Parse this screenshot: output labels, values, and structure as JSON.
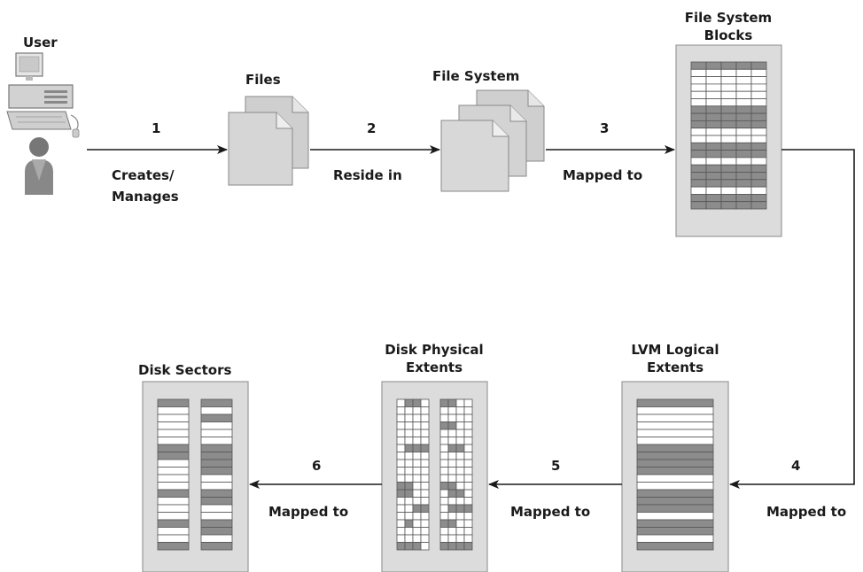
{
  "nodes": {
    "user": {
      "title": "User"
    },
    "files": {
      "title": "Files"
    },
    "file_system": {
      "title": "File System"
    },
    "fs_blocks": {
      "title_line1": "File System",
      "title_line2": "Blocks"
    },
    "lvm_extents": {
      "title_line1": "LVM Logical",
      "title_line2": "Extents"
    },
    "disk_extents": {
      "title_line1": "Disk Physical",
      "title_line2": "Extents"
    },
    "disk_sectors": {
      "title": "Disk Sectors"
    }
  },
  "steps": [
    {
      "number": "1",
      "label_line1": "Creates/",
      "label_line2": "Manages"
    },
    {
      "number": "2",
      "label_line1": "Reside in"
    },
    {
      "number": "3",
      "label_line1": "Mapped to"
    },
    {
      "number": "4",
      "label_line1": "Mapped to"
    },
    {
      "number": "5",
      "label_line1": "Mapped to"
    },
    {
      "number": "6",
      "label_line1": "Mapped to"
    }
  ],
  "colors": {
    "panel_bg": "#dcdcdc",
    "panel_border": "#9a9a9a",
    "cell_filled": "#8c8c8c",
    "cell_empty": "#ffffff",
    "doc_fill": "#d6d6d6",
    "arrow": "#1a1a1a"
  }
}
